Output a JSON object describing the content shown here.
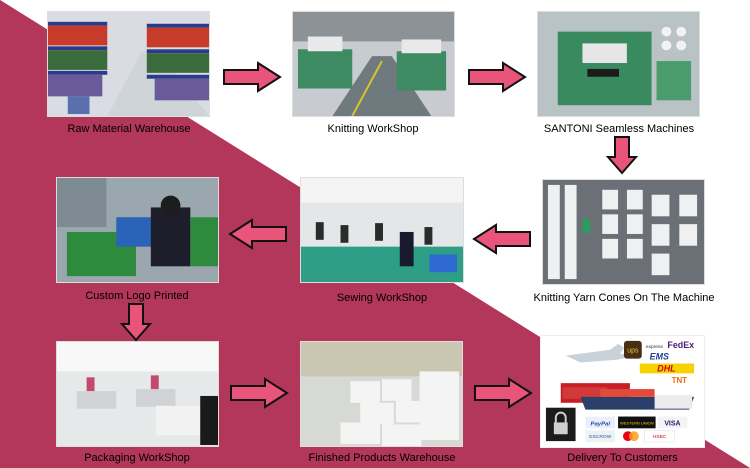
{
  "colors": {
    "background_top": "#ffffff",
    "background_band": "#b2375a",
    "arrow_fill": "#e8547a",
    "arrow_stroke": "#111111"
  },
  "steps": [
    {
      "label": "Raw Material Warehouse",
      "icon": "warehouse-shelves-photo"
    },
    {
      "label": "Knitting WorkShop",
      "icon": "knitting-workshop-photo"
    },
    {
      "label": "SANTONI Seamless Machines",
      "icon": "seamless-machine-photo"
    },
    {
      "label": "Knitting Yarn Cones On The Machine",
      "icon": "yarn-cones-photo"
    },
    {
      "label": "Sewing WorkShop",
      "icon": "sewing-workshop-photo"
    },
    {
      "label": "Custom Logo Printed",
      "icon": "logo-printing-photo"
    },
    {
      "label": "Packaging WorkShop",
      "icon": "packaging-workshop-photo"
    },
    {
      "label": "Finished Products Warehouse",
      "icon": "finished-products-photo"
    },
    {
      "label": "Delivery To Customers",
      "icon": "delivery-collage"
    }
  ],
  "logos": {
    "ups": "ups",
    "fedex": "FedEx",
    "fedex_prefix": "express",
    "ems": "EMS",
    "dhl": "DHL",
    "tnt": "TNT",
    "paypal": "PayPal",
    "western_union": "WESTERN UNION",
    "visa": "VISA",
    "escrow": "ESCROW",
    "hsbc": "HSBC"
  }
}
